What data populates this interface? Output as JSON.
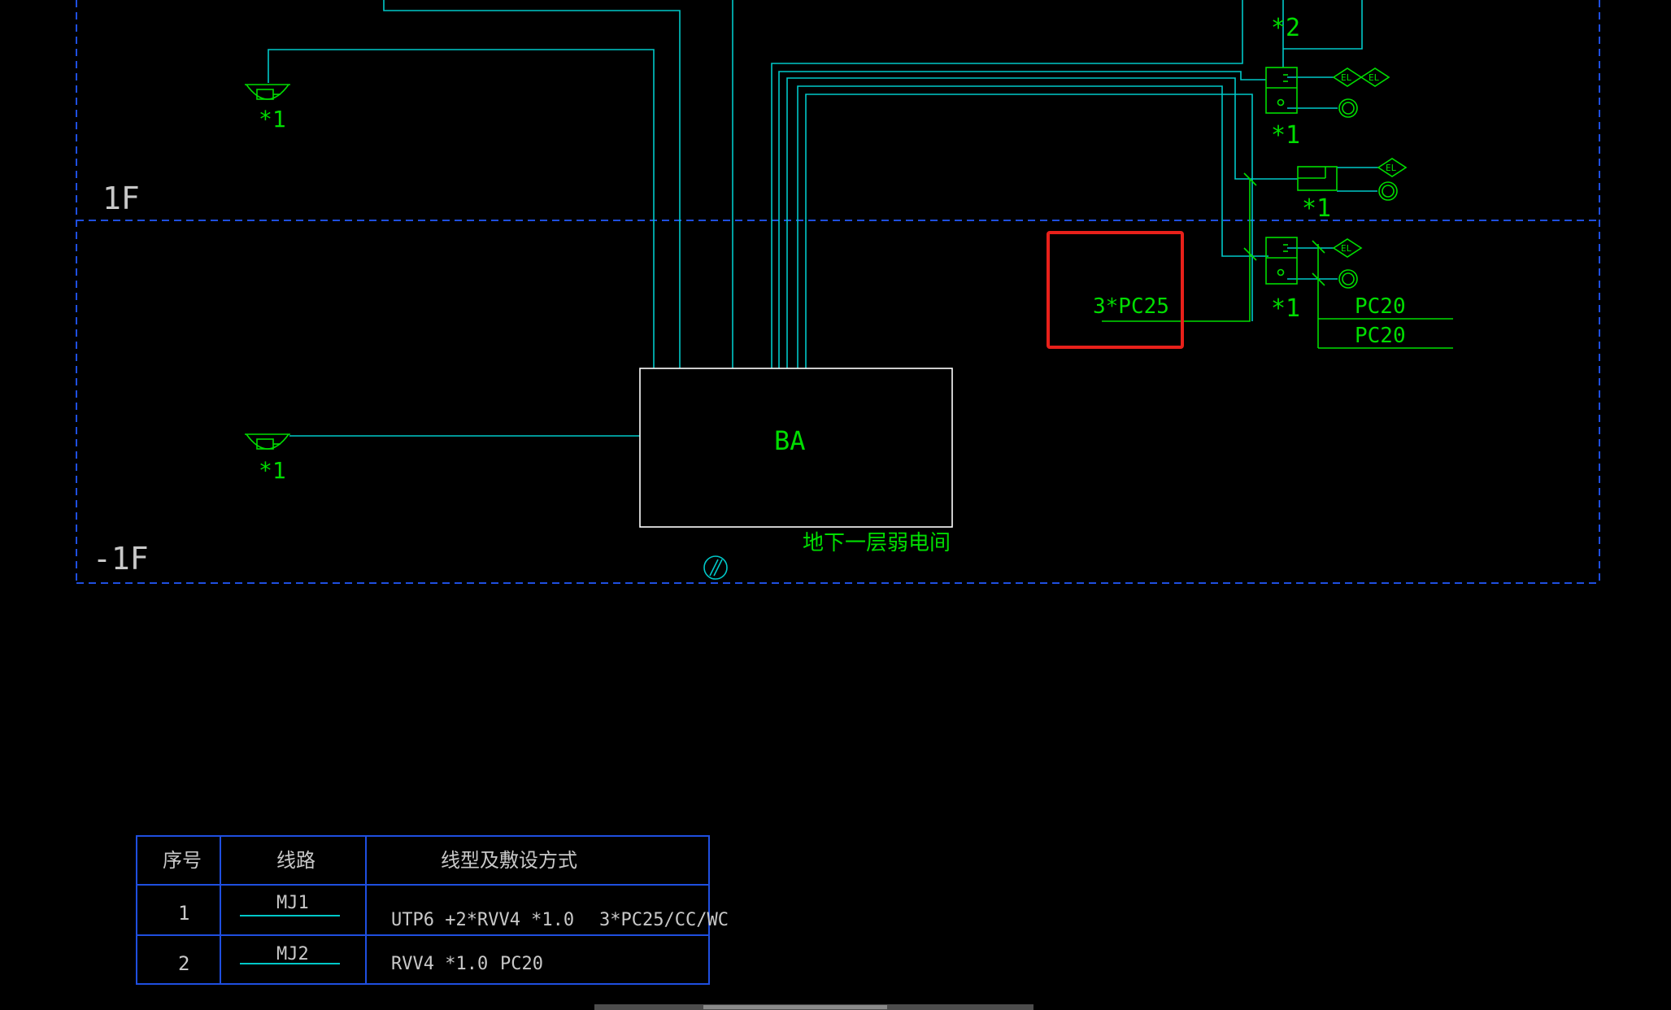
{
  "floors": {
    "upper": "1F",
    "lower": "-1F"
  },
  "ba_box": {
    "label": "BA",
    "room": "地下一层弱电间"
  },
  "callouts": {
    "mult_1": "*1",
    "mult_2": "*2",
    "el": "EL",
    "pc20": "PC20",
    "highlighted_conduit": "3*PC25"
  },
  "highlight": {
    "color": "#e8201a"
  },
  "colors": {
    "wire": "#00c8c8",
    "symbol": "#00dd00",
    "floor_line": "#1f4fe0",
    "box": "#ffffff",
    "text": "#c8c8c8"
  },
  "legend_table": {
    "headers": [
      "序号",
      "线路",
      "线型及敷设方式"
    ],
    "rows": [
      {
        "no": "1",
        "line": "MJ1",
        "cable": "UTP6 +2*RVV4 *1.0",
        "laying": "3*PC25/CC/WC"
      },
      {
        "no": "2",
        "line": "MJ2",
        "cable": "RVV4 *1.0",
        "laying": "PC20"
      }
    ]
  }
}
